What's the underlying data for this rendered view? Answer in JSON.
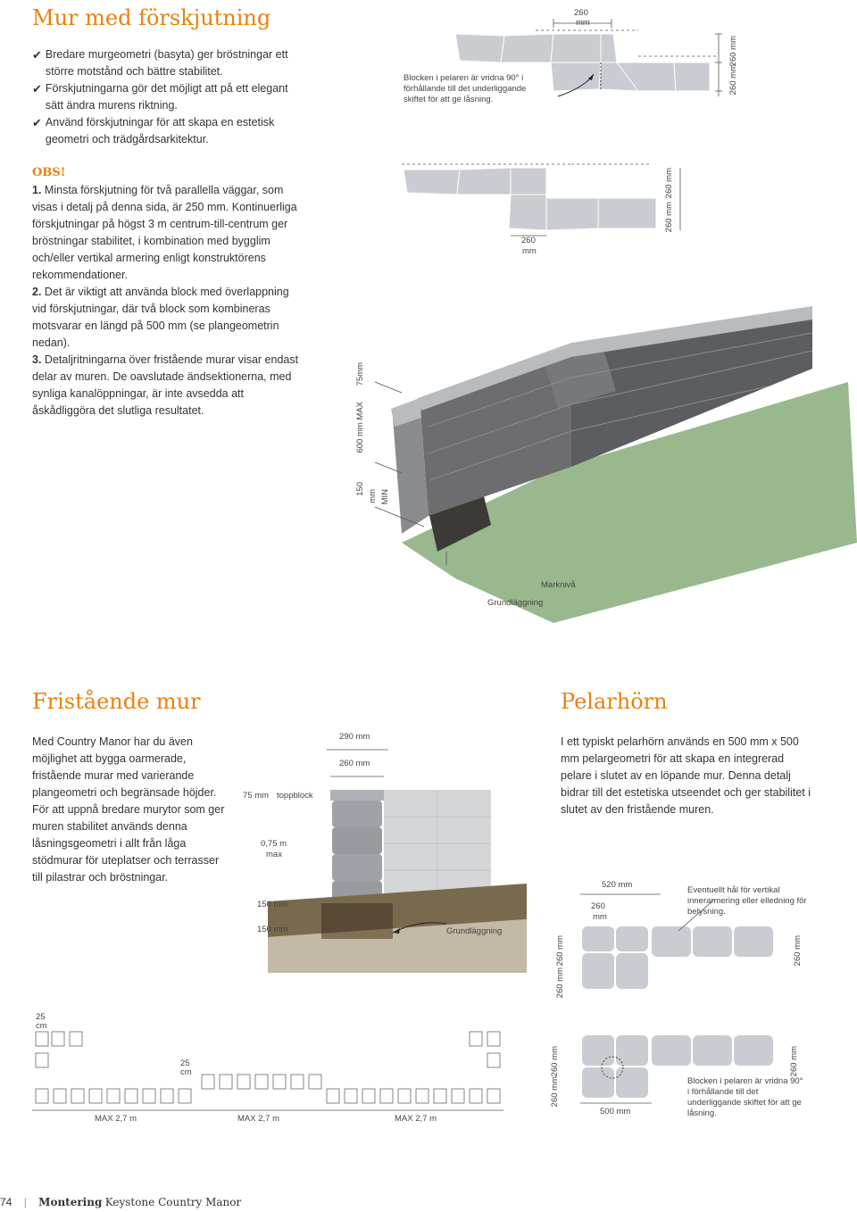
{
  "sec1": {
    "title": "Mur med förskjutning",
    "bullets": [
      "Bredare murgeometri (basyta) ger bröstningar ett större motstånd och bättre stabilitet.",
      "Förskjutningarna gör det möjligt att på ett elegant sätt ändra murens riktning.",
      "Använd förskjutningar för att skapa en estetisk geometri och trädgårdsarkitektur."
    ],
    "diagram_caption": "Blocken i pelaren är vridna 90° i förhållande till det underliggande skiftet för att ge låsning.",
    "dim_top_a": "260",
    "dim_top_b": "mm",
    "dim_right1": "260 mm",
    "dim_right2": "260 mm"
  },
  "obs": {
    "title": "OBS!",
    "items": [
      {
        "num": "1.",
        "text": "Minsta förskjutning för två parallella väggar, som visas i detalj på denna sida, är 250 mm. Kontinuerliga förskjutningar på högst 3 m centrum-till-centrum ger bröstningar stabilitet, i kombination med bygglim och/eller vertikal armering enligt konstruktörens rekommendationer."
      },
      {
        "num": "2.",
        "text": "Det är viktigt att använda block med överlappning vid förskjutningar, där två block som kombineras motsvarar en längd på 500 mm (se plangeometrin nedan)."
      },
      {
        "num": "3.",
        "text": "Detaljritningarna över fristående murar visar endast delar av muren. De oavslutade ändsektionerna, med synliga kanalöppningar, är inte avsedda att åskådliggöra det slutliga resultatet."
      }
    ]
  },
  "wall3d": {
    "dim_260a": "260",
    "dim_mm_a": "mm",
    "dim_260v1": "260 mm",
    "dim_260v2": "260 mm",
    "dim_height": "600 mm MAX",
    "dim_75": "75mm",
    "dim_150": "150",
    "dim_150mm": "mm",
    "dim_min": "MIN",
    "label_mark": "Marknivå",
    "label_ground": "Grundläggning"
  },
  "sec2": {
    "title": "Fristående mur",
    "text": "Med Country Manor har du även möjlighet att bygga oarmerade, fristående murar med varierande plangeometri och begränsade höjder. För att uppnå bredare murytor som ger muren stabilitet används denna låsningsgeometri i allt från låga stödmurar för uteplatser och terrasser till pilastrar och bröstningar.",
    "dim_290": "290 mm",
    "dim_260": "260 mm",
    "dim_75": "75 mm",
    "label_top": "toppblock",
    "dim_075": "0,75 m",
    "dim_max": "max",
    "dim_150a": "150 mm",
    "dim_150b": "150 mm",
    "label_ground": "Grundläggning"
  },
  "sec3": {
    "title": "Pelarhörn",
    "text": "I ett typiskt pelarhörn används en 500 mm x 500 mm pelargeometri för att skapa en integrerad pelare i slutet av en löpande mur. Denna detalj bidrar till det estetiska utseendet och ger stabilitet i slutet av den fristående muren.",
    "dim_520": "520 mm",
    "dim_260a": "260",
    "dim_mm": "mm",
    "note": "Eventuellt hål för vertikal innerarmering eller elledning för belysning.",
    "dim_260v": [
      "260 mm",
      "260 mm",
      "260 mm",
      "260 mm",
      "260 mm",
      "260 mm"
    ],
    "dim_500": "500 mm",
    "caption": "Blocken i pelaren är vridna 90° i förhållande till det underliggande skiftet för att ge låsning."
  },
  "plan": {
    "dim_25": "25",
    "dim_cm": "cm",
    "max_labels": [
      "MAX 2,7 m",
      "MAX 2,7 m",
      "MAX 2,7 m"
    ]
  },
  "footer": {
    "page": "74",
    "section": "Montering",
    "product": "Keystone Country Manor"
  },
  "colors": {
    "accent": "#e8820c",
    "block": "#c9ccd0",
    "grass": "#6e9a5e"
  }
}
